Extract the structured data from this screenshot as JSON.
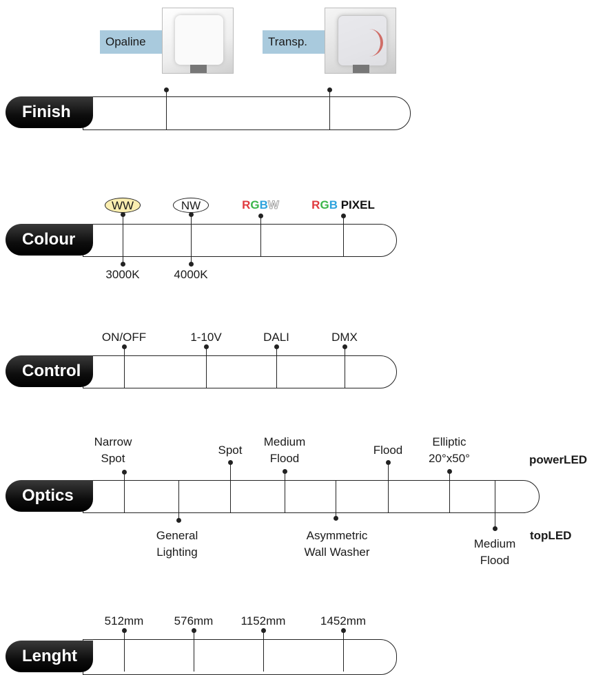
{
  "finish": {
    "title": "Finish",
    "options": [
      "Opaline",
      "Transp."
    ]
  },
  "colour": {
    "title": "Colour",
    "ww": "WW",
    "nw": "NW",
    "ww_temp": "3000K",
    "nw_temp": "4000K",
    "rgbw": {
      "r": "R",
      "g": "G",
      "b": "B",
      "w": "W"
    },
    "rgb_pixel": {
      "r": "R",
      "g": "G",
      "b": "B",
      "pixel": "PIXEL"
    }
  },
  "control": {
    "title": "Control",
    "options": [
      "ON/OFF",
      "1-10V",
      "DALI",
      "DMX"
    ]
  },
  "optics": {
    "title": "Optics",
    "powerled_label": "powerLED",
    "topled_label": "topLED",
    "top_options": [
      {
        "line1": "Narrow",
        "line2": "Spot"
      },
      {
        "line1": "Spot",
        "line2": ""
      },
      {
        "line1": "Medium",
        "line2": "Flood"
      },
      {
        "line1": "Flood",
        "line2": ""
      },
      {
        "line1": "Elliptic",
        "line2": "20°x50°"
      }
    ],
    "bottom_options": [
      {
        "line1": "General",
        "line2": "Lighting"
      },
      {
        "line1": "Asymmetric",
        "line2": "Wall Washer"
      },
      {
        "line1": "Medium",
        "line2": "Flood"
      }
    ]
  },
  "length": {
    "title": "Lenght",
    "options": [
      "512mm",
      "576mm",
      "1152mm",
      "1452mm"
    ]
  },
  "colors": {
    "label_bg": "#a9cadd",
    "ww_fill": "#fbeeb0",
    "red": "#e03a3e",
    "green": "#3bb54a",
    "blue": "#2ea3dd"
  }
}
